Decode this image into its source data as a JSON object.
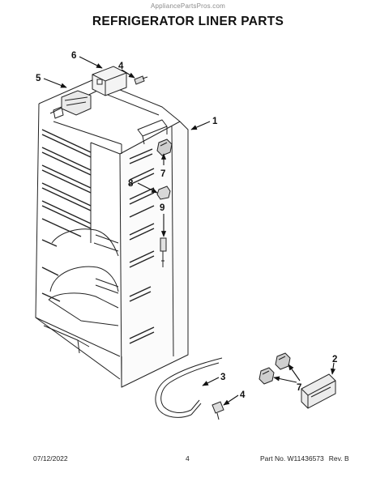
{
  "page": {
    "watermark": "AppliancePartsPros.com",
    "title": "REFRIGERATOR LINER PARTS",
    "footer": {
      "date": "07/12/2022",
      "page_number": "4",
      "part_number": "Part No. W11436573",
      "revision": "Rev. B"
    }
  },
  "callouts": {
    "c1": "1",
    "c2": "2",
    "c3": "3",
    "c4a": "4",
    "c4b": "4",
    "c5": "5",
    "c6": "6",
    "c7a": "7",
    "c7b": "7",
    "c8": "8",
    "c9": "9"
  },
  "colors": {
    "line": "#222222",
    "background": "#ffffff",
    "watermark": "#8a8a8a"
  }
}
